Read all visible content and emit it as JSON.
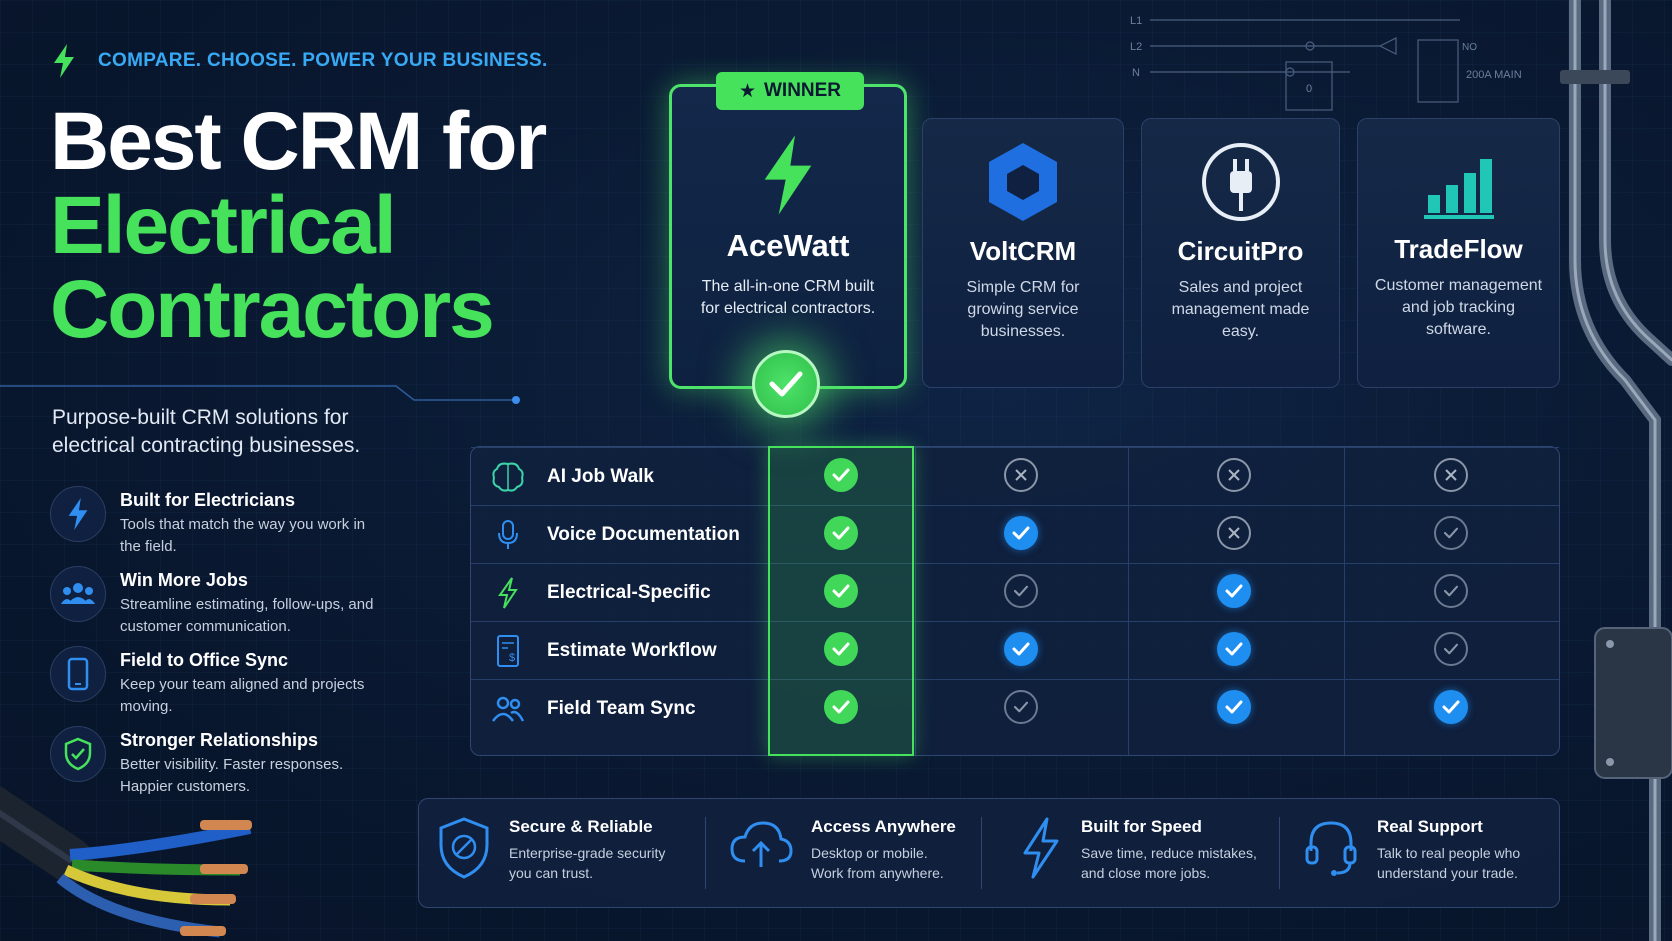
{
  "tagline": "COMPARE. CHOOSE. POWER YOUR BUSINESS.",
  "title": {
    "line1": "Best CRM for",
    "line2": "Electrical",
    "line3": "Contractors"
  },
  "subtitle": "Purpose-built CRM solutions for electrical contracting businesses.",
  "features": [
    {
      "title": "Built for Electricians",
      "desc": "Tools that match the way you work in the field.",
      "icon": "bolt-icon"
    },
    {
      "title": "Win More Jobs",
      "desc": "Streamline estimating, follow-ups, and customer communication.",
      "icon": "users-icon"
    },
    {
      "title": "Field to Office Sync",
      "desc": "Keep your team aligned and projects moving.",
      "icon": "phone-icon"
    },
    {
      "title": "Stronger Relationships",
      "desc": "Better visibility. Faster responses. Happier customers.",
      "icon": "shield-check-icon"
    }
  ],
  "winner": {
    "badge": "WINNER",
    "name": "AceWatt",
    "desc": "The all-in-one CRM built for electrical contractors."
  },
  "products": [
    {
      "name": "VoltCRM",
      "desc": "Simple CRM for growing service businesses.",
      "icon": "hexagon-icon"
    },
    {
      "name": "CircuitPro",
      "desc": "Sales and project management made easy.",
      "icon": "plug-icon"
    },
    {
      "name": "TradeFlow",
      "desc": "Customer management and job tracking software.",
      "icon": "bar-chart-icon"
    }
  ],
  "table": {
    "rows": [
      {
        "label": "AI Job Walk",
        "icon": "brain-icon",
        "marks": [
          "green",
          "x",
          "x",
          "x"
        ]
      },
      {
        "label": "Voice Documentation",
        "icon": "microphone-icon",
        "marks": [
          "green",
          "blue",
          "x",
          "grey"
        ]
      },
      {
        "label": "Electrical-Specific",
        "icon": "bolt-icon",
        "marks": [
          "green",
          "grey",
          "blue",
          "grey"
        ]
      },
      {
        "label": "Estimate Workflow",
        "icon": "estimate-document-icon",
        "marks": [
          "green",
          "blue",
          "blue",
          "grey"
        ]
      },
      {
        "label": "Field Team Sync",
        "icon": "team-icon",
        "marks": [
          "green",
          "grey",
          "blue",
          "blue"
        ]
      }
    ]
  },
  "bottom": [
    {
      "title": "Secure & Reliable",
      "desc": "Enterprise-grade security you can trust.",
      "icon": "shield-icon"
    },
    {
      "title": "Access Anywhere",
      "desc": "Desktop or mobile. Work from anywhere.",
      "icon": "cloud-upload-icon"
    },
    {
      "title": "Built for Speed",
      "desc": "Save time, reduce mistakes, and close more jobs.",
      "icon": "bolt-icon"
    },
    {
      "title": "Real Support",
      "desc": "Talk to real people who understand your trade.",
      "icon": "headset-icon"
    }
  ],
  "schematic": {
    "l1": "L1",
    "l2": "L2",
    "n": "N",
    "zero": "0",
    "main": "200A MAIN",
    "no": "NO"
  },
  "colors": {
    "accent_green": "#46e25c",
    "accent_blue": "#1e8ef0",
    "tagline_blue": "#38a9f5",
    "background": "#0a1a33"
  }
}
